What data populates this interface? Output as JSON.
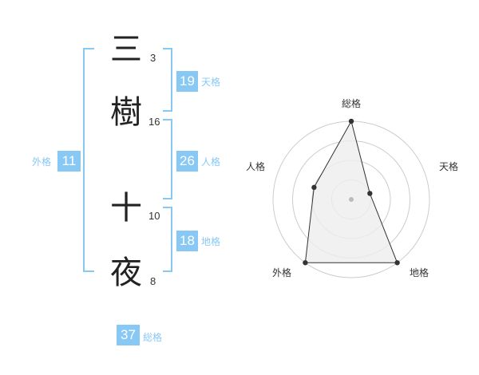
{
  "name": {
    "chars": [
      {
        "char": "三",
        "strokes": "3"
      },
      {
        "char": "樹",
        "strokes": "16"
      },
      {
        "char": "十",
        "strokes": "10"
      },
      {
        "char": "夜",
        "strokes": "8"
      }
    ]
  },
  "kakusu": {
    "tenkaku": {
      "value": "19",
      "label": "天格"
    },
    "jinkaku": {
      "value": "26",
      "label": "人格"
    },
    "chikaku": {
      "value": "18",
      "label": "地格"
    },
    "gaikaku": {
      "value": "11",
      "label": "外格"
    },
    "soukaku": {
      "value": "37",
      "label": "総格"
    }
  },
  "chart_data": {
    "type": "radar",
    "axes": [
      "総格",
      "天格",
      "地格",
      "外格",
      "人格"
    ],
    "values": [
      4,
      1,
      4,
      4,
      2
    ],
    "max": 4,
    "rings": 4
  },
  "colors": {
    "accent": "#88c8f4",
    "polygon_fill": "#eeeeee",
    "ring": "#cccccc"
  }
}
